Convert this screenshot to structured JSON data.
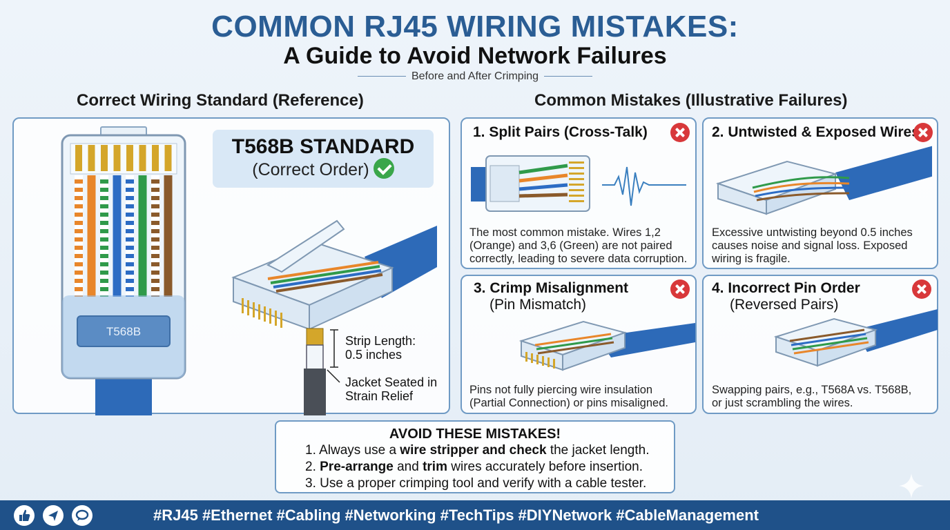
{
  "header": {
    "title": "COMMON RJ45 WIRING MISTAKES:",
    "subtitle": "A Guide to Avoid Network Failures",
    "tagline": "Before and After Crimping"
  },
  "reference": {
    "heading": "Correct Wiring Standard (Reference)",
    "connector_label": "T568B",
    "standard_title": "T568B STANDARD",
    "standard_sub": "(Correct Order)",
    "strip_label_1": "Strip Length:",
    "strip_label_2": "0.5 inches",
    "jacket_label_1": "Jacket Seated in",
    "jacket_label_2": "Strain Relief",
    "wire_colors": [
      "#e8862a",
      "#e8862a",
      "#2f9a4a",
      "#2c6cc4",
      "#2c6cc4",
      "#2f9a4a",
      "#8a5a2b",
      "#8a5a2b"
    ]
  },
  "mistakes": {
    "heading": "Common Mistakes (Illustrative Failures)",
    "items": [
      {
        "title": "1. Split Pairs (Cross-Talk)",
        "sub": "",
        "desc": [
          "The most common mistake. Wires 1,2",
          "(Orange) and 3,6 (Green) are not paired",
          "correctly, leading to severe data corruption."
        ]
      },
      {
        "title": "2. Untwisted & Exposed Wires",
        "sub": "",
        "desc": [
          "Excessive untwisting beyond 0.5 inches",
          "causes noise and signal loss. Exposed",
          "wiring is fragile."
        ]
      },
      {
        "title": "3. Crimp Misalignment",
        "sub": "(Pin Mismatch)",
        "desc": [
          "Pins not fully piercing wire insulation",
          "(Partial Connection) or pins misaligned."
        ]
      },
      {
        "title": "4. Incorrect Pin Order",
        "sub": "(Reversed Pairs)",
        "desc": [
          "Swapping pairs, e.g., T568A vs. T568B,",
          "or just scrambling the wires."
        ]
      }
    ]
  },
  "tips": {
    "heading": "AVOID THESE MISTAKES!",
    "l1_a": "1. Always use a ",
    "l1_b": "wire stripper and check",
    "l1_c": " the jacket length.",
    "l2_a": "2. ",
    "l2_b": "Pre-arrange",
    "l2_c": " and ",
    "l2_d": "trim",
    "l2_e": " wires accurately before insertion.",
    "l3": "3. Use a proper crimping tool and verify with a cable tester."
  },
  "footer": {
    "hashtags": "#RJ45 #Ethernet #Cabling #Networking #TechTips #DIYNetwork #CableManagement",
    "icons": [
      "thumbs-up-icon",
      "send-icon",
      "chat-bubble-icon"
    ]
  },
  "colors": {
    "title_blue": "#2a5d94",
    "panel_border": "#6f9ac4",
    "cable_blue": "#2d6ab8",
    "error_red": "#d8383a",
    "ok_green": "#3aa64a",
    "footer_bg": "#1f5189"
  }
}
